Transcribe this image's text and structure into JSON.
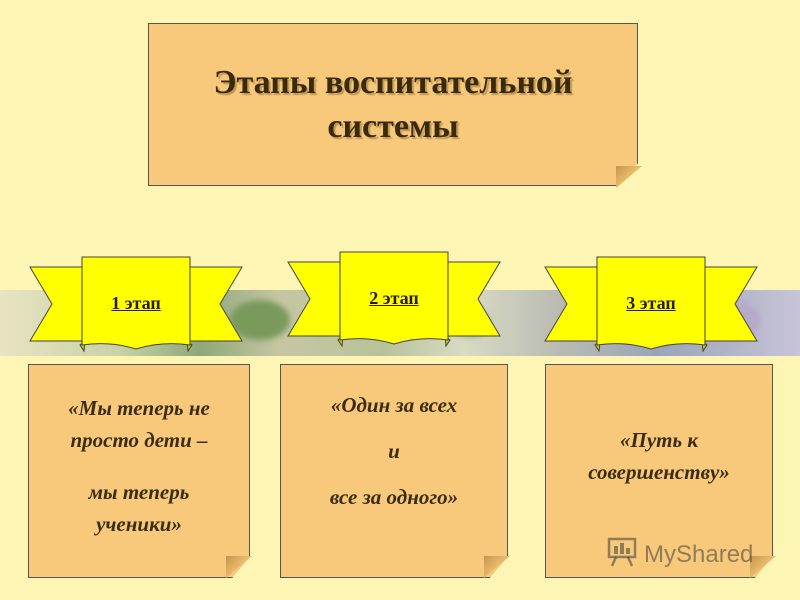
{
  "title": {
    "line1": "Этапы воспитательной",
    "line2": "системы"
  },
  "stages": [
    {
      "label": "1 этап",
      "text": [
        "«Мы теперь не",
        "просто дети –",
        "мы теперь",
        "ученики»"
      ]
    },
    {
      "label": "2 этап",
      "text": [
        "«Один за всех",
        "и",
        "все за одного»"
      ]
    },
    {
      "label": "3 этап",
      "text": [
        "«Путь к",
        "совершенству»"
      ]
    }
  ],
  "watermark": {
    "text": "MyShared",
    "icon": "presentation-board-icon"
  },
  "colors": {
    "background": "#fdf5b4",
    "card": "#f8c97a",
    "ribbon": "#ffff00",
    "text": "#3a2a0c"
  }
}
